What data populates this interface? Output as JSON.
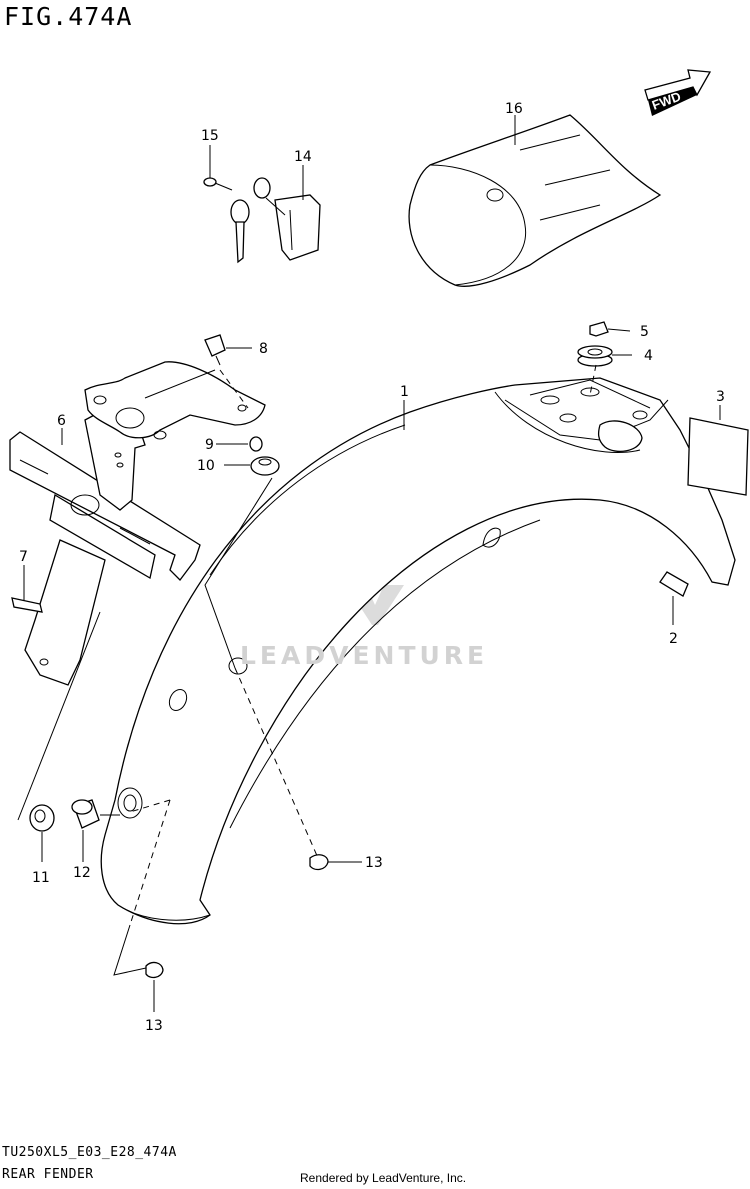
{
  "figure": {
    "title": "FIG.474A"
  },
  "footer": {
    "code": "TU250XL5_E03_E28_474A",
    "caption": "REAR FENDER",
    "credit": "Rendered by LeadVenture, Inc."
  },
  "watermark": {
    "text": "LEADVENTURE"
  },
  "direction_tag": {
    "text": "FWD"
  },
  "callouts": {
    "p1": "1",
    "p2": "2",
    "p3": "3",
    "p4": "4",
    "p5": "5",
    "p6": "6",
    "p7": "7",
    "p8": "8",
    "p9": "9",
    "p10": "10",
    "p11": "11",
    "p12": "12",
    "p13a": "13",
    "p13b": "13",
    "p14": "14",
    "p15": "15",
    "p16": "16"
  },
  "icons": [
    "fwd-arrow-icon",
    "watermark-logo-icon"
  ]
}
